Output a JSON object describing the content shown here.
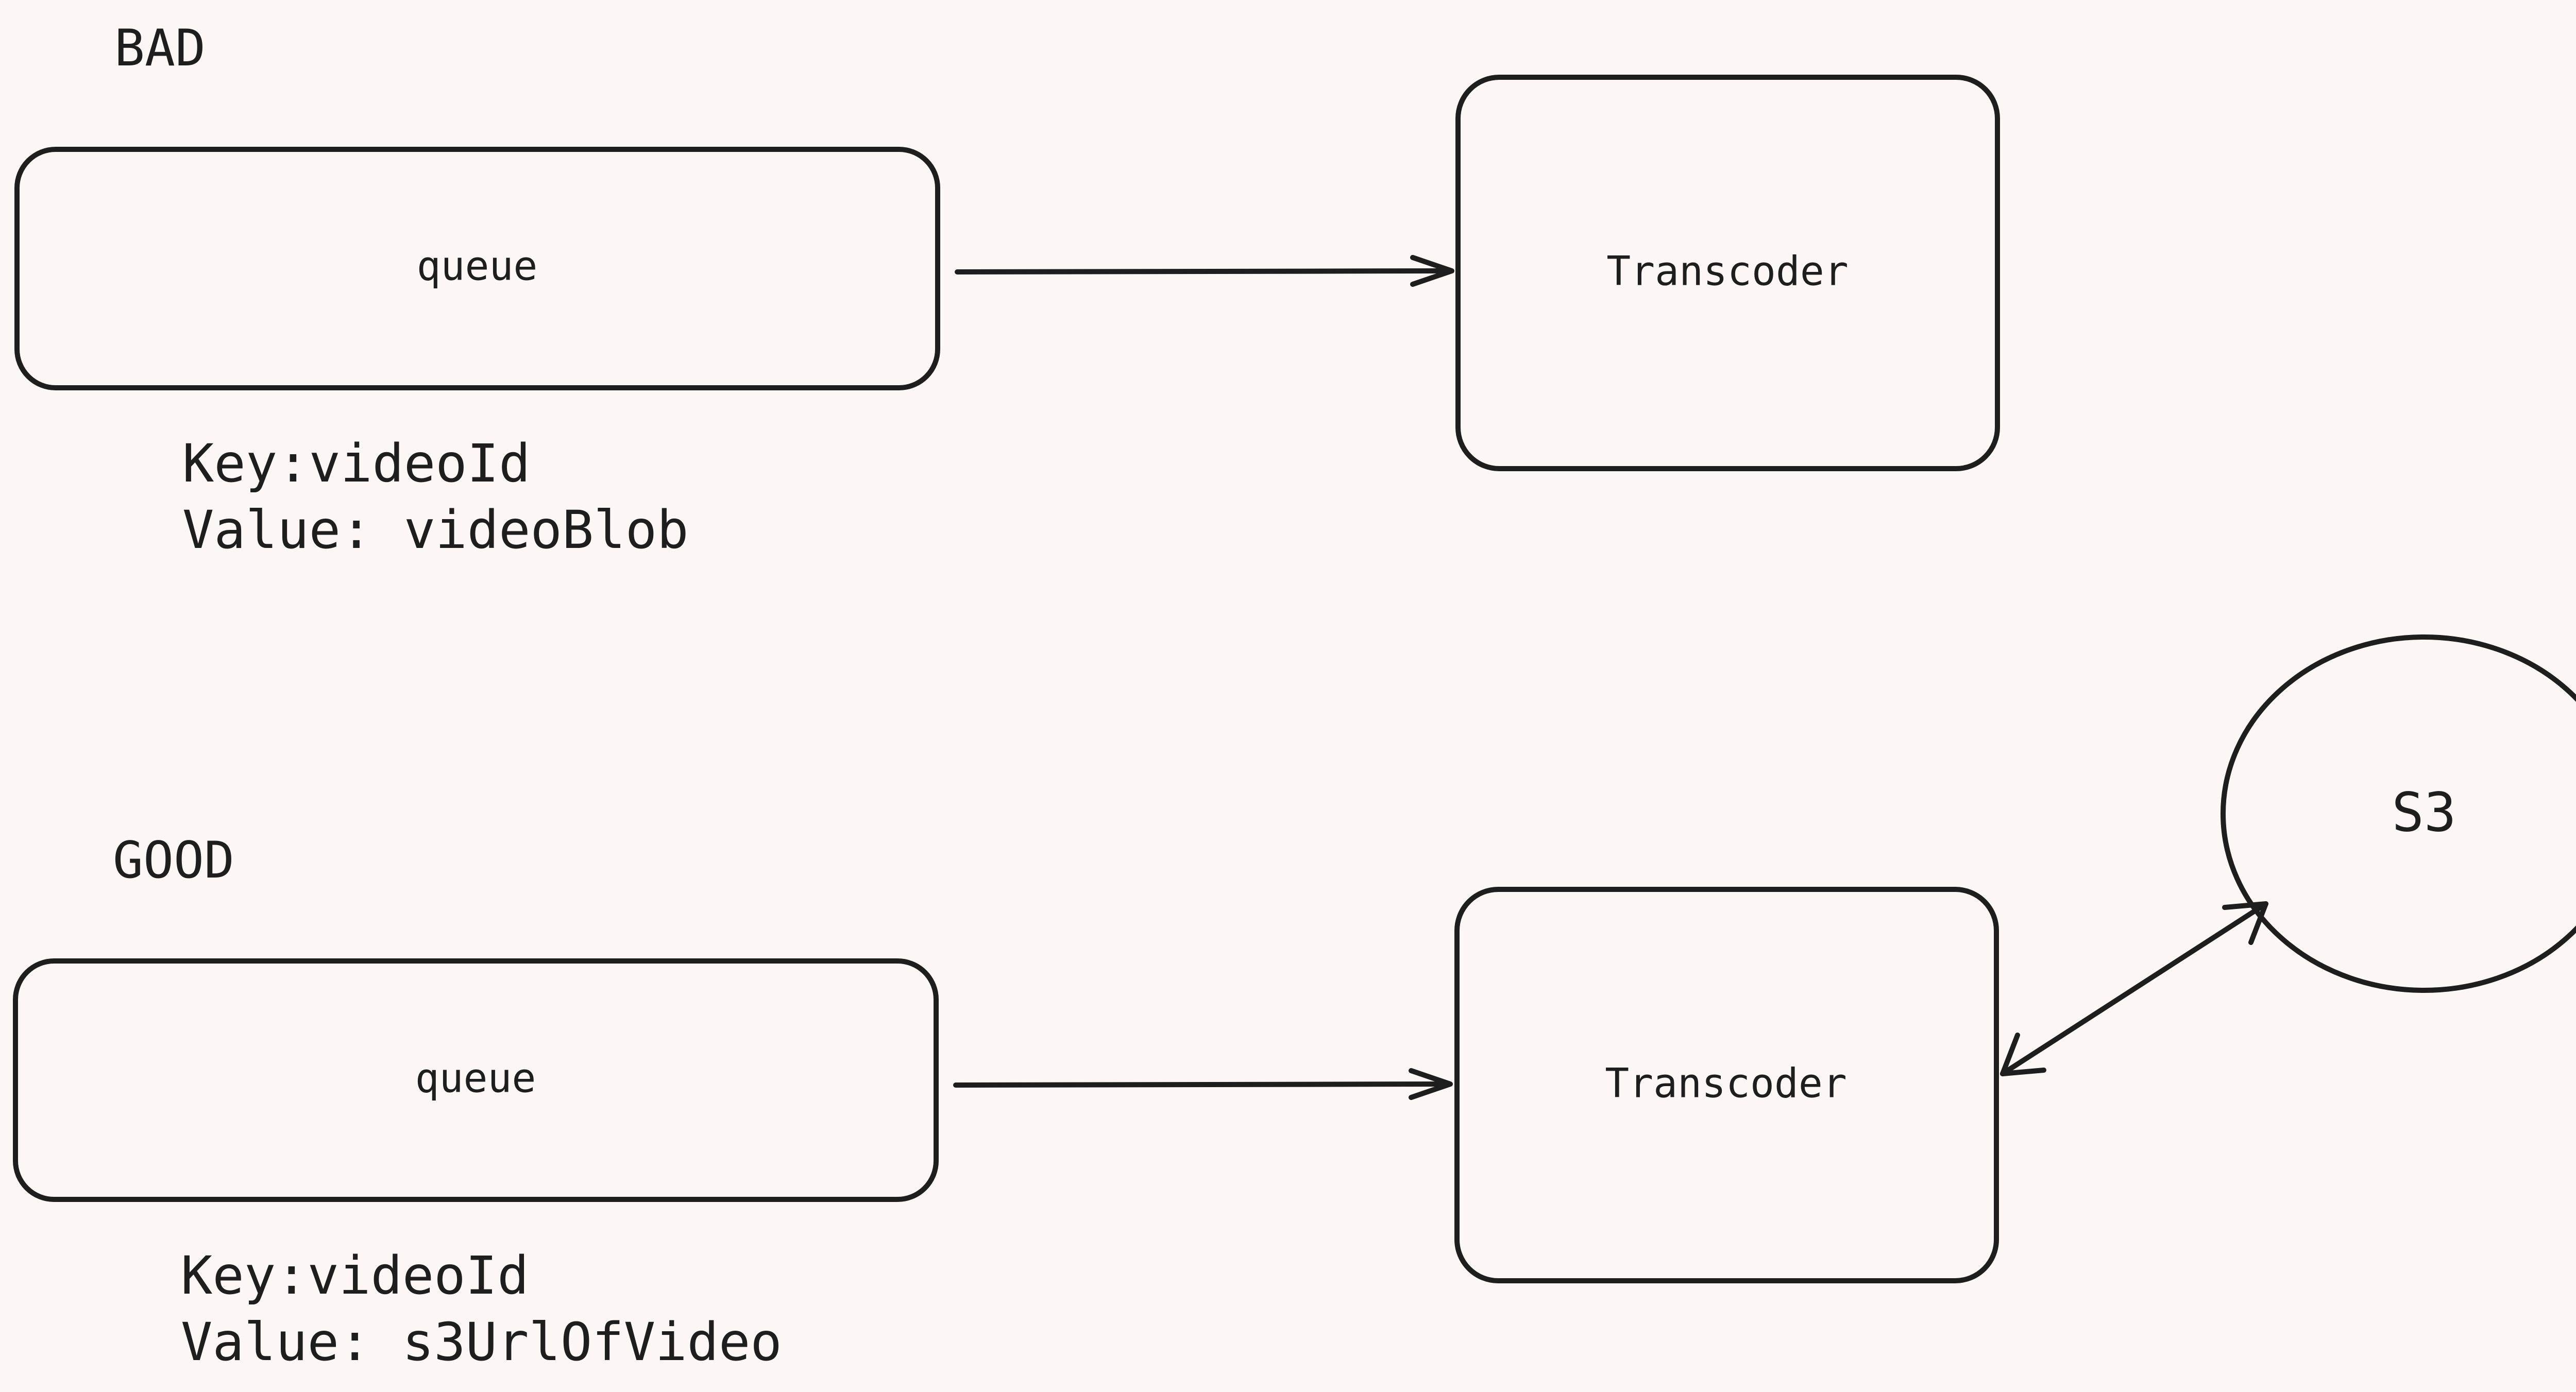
{
  "bad_section": {
    "heading": "BAD",
    "queue_label": "queue",
    "transcoder_label": "Transcoder",
    "note_key": "Key:videoId",
    "note_value": "Value: videoBlob"
  },
  "good_section": {
    "heading": "GOOD",
    "queue_label": "queue",
    "transcoder_label": "Transcoder",
    "storage_label": "S3",
    "note_key": "Key:videoId",
    "note_value": "Value: s3UrlOfVideo"
  },
  "colors": {
    "background": "#fcf7f4",
    "stroke": "#1e1e1e"
  }
}
